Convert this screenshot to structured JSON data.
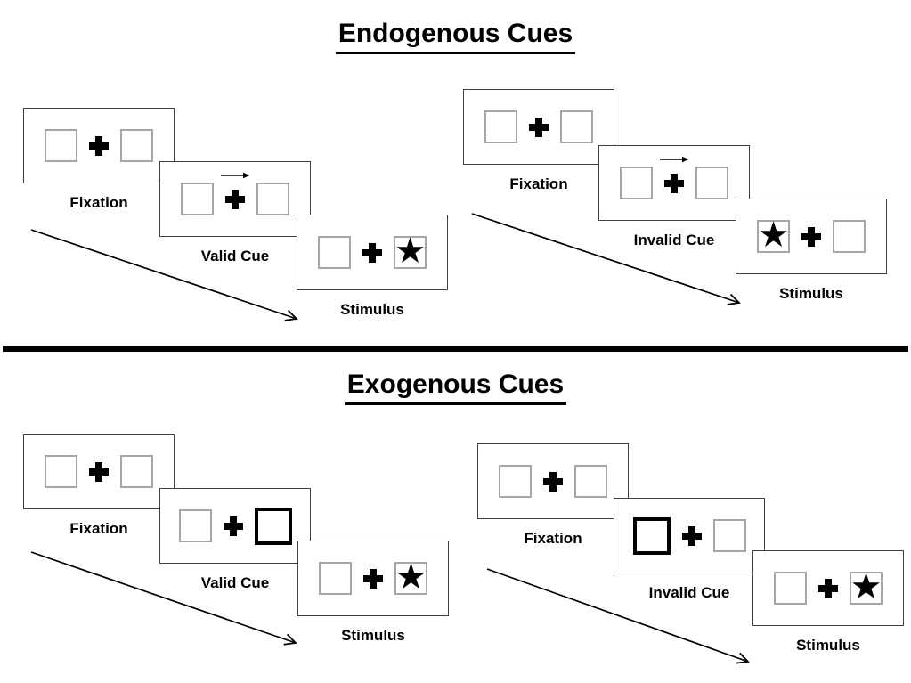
{
  "colors": {
    "ink": "#000000",
    "panel_border": "#404040",
    "box_border": "#a6a6a6",
    "highlight_border": "#000000"
  },
  "glyphs": {
    "star": "★"
  },
  "sections": [
    {
      "title": "Endogenous Cues",
      "trials": [
        {
          "name": "valid",
          "steps": [
            {
              "label": "Fixation",
              "left_box": "empty",
              "cue_arrow": "none",
              "right_box": "empty"
            },
            {
              "label": "Valid Cue",
              "left_box": "empty",
              "cue_arrow": "right",
              "right_box": "empty"
            },
            {
              "label": "Stimulus",
              "left_box": "empty",
              "cue_arrow": "none",
              "right_box": "star"
            }
          ]
        },
        {
          "name": "invalid",
          "steps": [
            {
              "label": "Fixation",
              "left_box": "empty",
              "cue_arrow": "none",
              "right_box": "empty"
            },
            {
              "label": "Invalid Cue",
              "left_box": "empty",
              "cue_arrow": "right",
              "right_box": "empty"
            },
            {
              "label": "Stimulus",
              "left_box": "star",
              "cue_arrow": "none",
              "right_box": "empty"
            }
          ]
        }
      ]
    },
    {
      "title": "Exogenous Cues",
      "trials": [
        {
          "name": "valid",
          "steps": [
            {
              "label": "Fixation",
              "left_box": "empty",
              "right_box": "empty"
            },
            {
              "label": "Valid Cue",
              "left_box": "empty",
              "right_box": "highlighted"
            },
            {
              "label": "Stimulus",
              "left_box": "empty",
              "right_box": "star"
            }
          ]
        },
        {
          "name": "invalid",
          "steps": [
            {
              "label": "Fixation",
              "left_box": "empty",
              "right_box": "empty"
            },
            {
              "label": "Invalid Cue",
              "left_box": "highlighted",
              "right_box": "empty"
            },
            {
              "label": "Stimulus",
              "left_box": "empty",
              "right_box": "star"
            }
          ]
        }
      ]
    }
  ]
}
